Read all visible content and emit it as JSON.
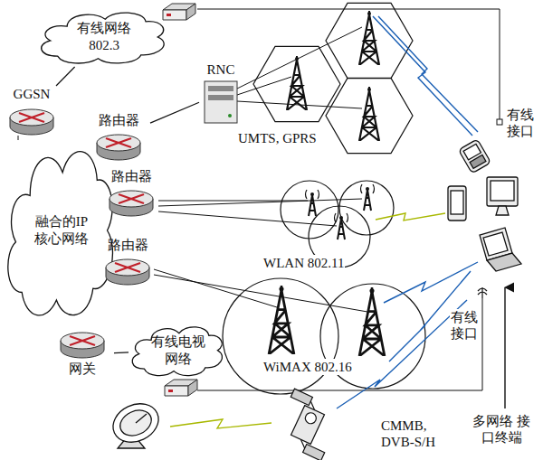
{
  "diagram": {
    "nodes": [
      {
        "text": [
          "有线网络 802.3"
        ]
      },
      {
        "text": [
          "融合的IP 核心网络"
        ]
      },
      {
        "text": [
          "GGSN"
        ]
      },
      {
        "text": [
          "路由器"
        ]
      },
      {
        "text": [
          "路由器"
        ]
      },
      {
        "text": [
          "路由器"
        ]
      },
      {
        "text": [
          "网关"
        ]
      },
      {
        "text": [
          "有线电视 网络"
        ]
      },
      {
        "text": [
          "RNC"
        ]
      }
    ],
    "edges": [
      {
        "from": 0,
        "to": 2,
        "arrow": "none"
      },
      {
        "from": 3,
        "to": 8,
        "arrow": "none"
      },
      {
        "from": 6,
        "to": 7,
        "arrow": "none"
      }
    ],
    "labels": [
      "UMTS, GPRS",
      "有线接口",
      "WLAN 802.11",
      "WiMAX 802.16",
      "有线接口",
      "CMMB, DVB-S/H",
      "多网络 接口终端"
    ]
  }
}
